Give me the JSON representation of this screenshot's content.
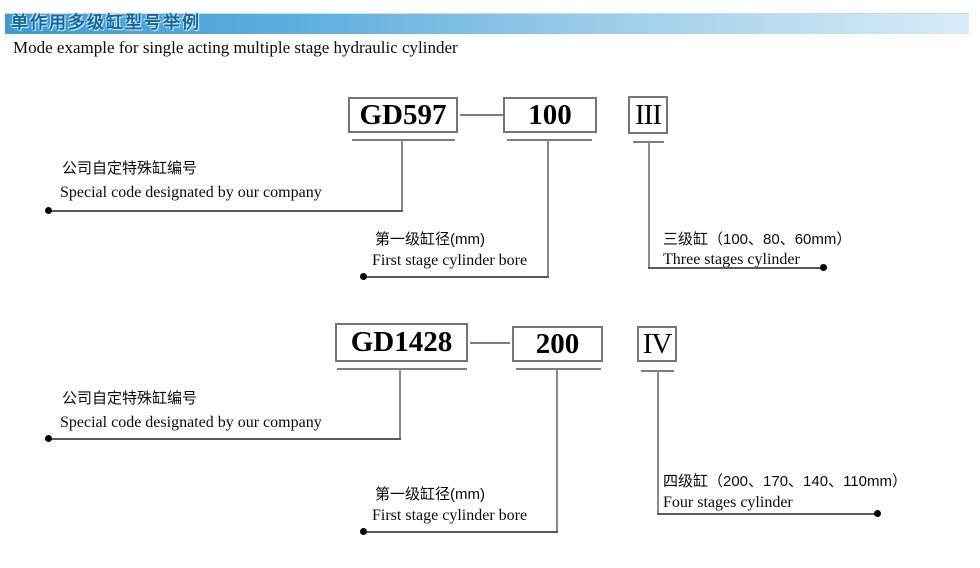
{
  "page": {
    "title_cn": "单作用多级缸型号举例",
    "title_en": "Mode example for single acting multiple stage hydraulic cylinder"
  },
  "colors": {
    "header_gradient_start": "#3f9bd1",
    "header_gradient_end": "#d9ecf8",
    "header_text": "#15679f",
    "box_border": "#757575",
    "line": "#7d7d7d",
    "dot": "#000000"
  },
  "examples": [
    {
      "code": "GD597",
      "first_stage_bore": "100",
      "stage_numeral": "III",
      "code_label_cn": "公司自定特殊缸编号",
      "code_label_en": "Special code designated by our company",
      "bore_label_cn": "第一级缸径(mm)",
      "bore_label_en": "First stage cylinder bore",
      "stage_label_cn": "三级缸（100、80、60mm）",
      "stage_label_en": "Three stages cylinder"
    },
    {
      "code": "GD1428",
      "first_stage_bore": "200",
      "stage_numeral": "IV",
      "code_label_cn": "公司自定特殊缸编号",
      "code_label_en": "Special code designated by our company",
      "bore_label_cn": "第一级缸径(mm)",
      "bore_label_en": "First stage cylinder bore",
      "stage_label_cn": "四级缸（200、170、140、110mm）",
      "stage_label_en": "Four stages cylinder"
    }
  ]
}
